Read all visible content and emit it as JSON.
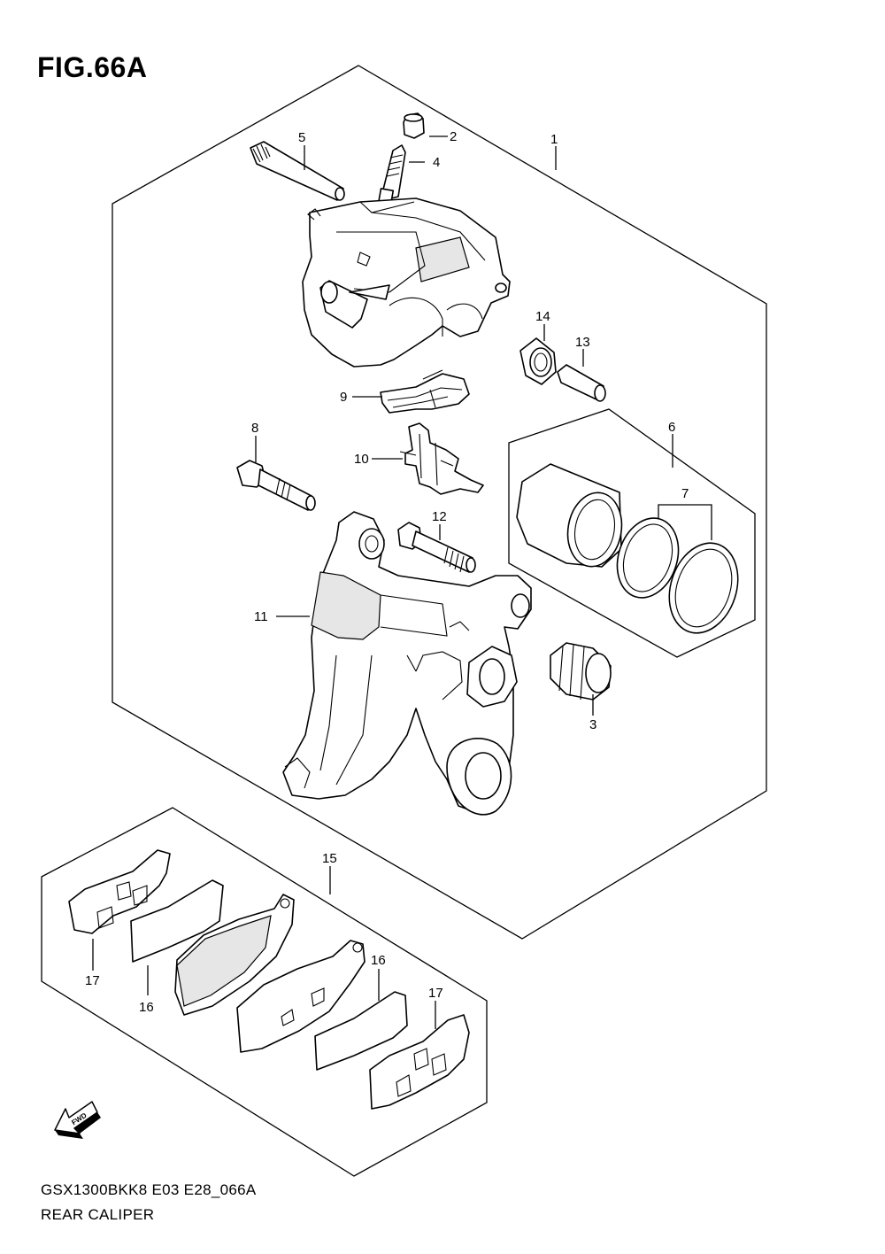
{
  "figure": {
    "title": "FIG.66A",
    "code": "GSX1300BKK8 E03 E28_066A",
    "name": "REAR CALIPER"
  },
  "callouts": [
    {
      "id": "c1",
      "label": "1"
    },
    {
      "id": "c2",
      "label": "2"
    },
    {
      "id": "c3",
      "label": "3"
    },
    {
      "id": "c4",
      "label": "4"
    },
    {
      "id": "c5",
      "label": "5"
    },
    {
      "id": "c6",
      "label": "6"
    },
    {
      "id": "c7",
      "label": "7"
    },
    {
      "id": "c8",
      "label": "8"
    },
    {
      "id": "c9",
      "label": "9"
    },
    {
      "id": "c10",
      "label": "10"
    },
    {
      "id": "c11",
      "label": "11"
    },
    {
      "id": "c12",
      "label": "12"
    },
    {
      "id": "c13",
      "label": "13"
    },
    {
      "id": "c14",
      "label": "14"
    },
    {
      "id": "c15",
      "label": "15"
    },
    {
      "id": "c16a",
      "label": "16"
    },
    {
      "id": "c16b",
      "label": "16"
    },
    {
      "id": "c17a",
      "label": "17"
    },
    {
      "id": "c17b",
      "label": "17"
    }
  ],
  "fwd_arrow_label": "FWD",
  "icons": {
    "fwd_arrow": "fwd-arrow-icon"
  }
}
